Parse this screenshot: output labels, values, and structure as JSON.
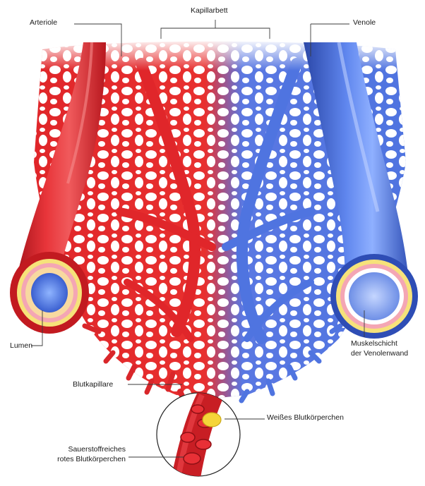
{
  "labels": {
    "arteriole": "Arteriole",
    "capillary_bed": "Kapillarbett",
    "venule": "Venole",
    "lumen": "Lumen",
    "muscle_layer_line1": "Muskelschicht",
    "muscle_layer_line2": "der Venolenwand",
    "blood_capillary": "Blutkapillare",
    "white_blood_cell": "Weißes Blutkörperchen",
    "red_blood_cell_line1": "Sauerstoffreiches",
    "red_blood_cell_line2": "rotes Blutkörperchen"
  },
  "colors": {
    "artery_red": "#e0262a",
    "artery_dark": "#a5121a",
    "vein_blue": "#4f74e0",
    "vein_dark": "#2b47a8",
    "vein_light": "#8fb0ff",
    "wall_yellow": "#f6e27a",
    "wall_pink": "#f4a6b4",
    "wbc_yellow": "#f5d53a"
  }
}
